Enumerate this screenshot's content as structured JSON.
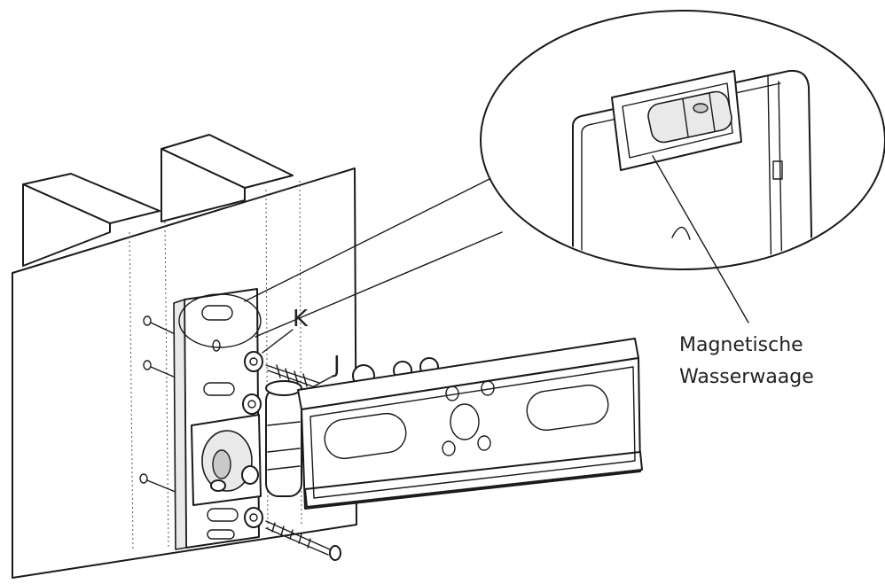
{
  "labels": {
    "k": "K",
    "j": "J",
    "level_line1": "Magnetische",
    "level_line2": "Wasserwaage"
  }
}
